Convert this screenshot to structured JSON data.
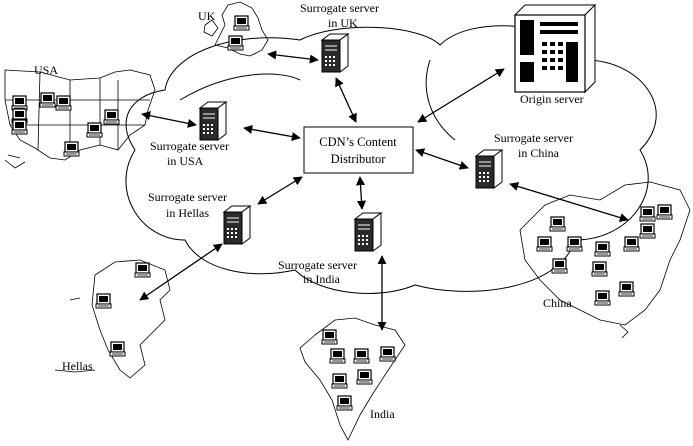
{
  "labels": {
    "uk": "UK",
    "usa": "USA",
    "china": "China",
    "india": "India",
    "hellas": "Hellas",
    "origin_server": "Origin server",
    "content_distributor_line1": "CDN’s Content",
    "content_distributor_line2": "Distributor",
    "surrogate_uk_line1": "Surrogate server",
    "surrogate_uk_line2": "in UK",
    "surrogate_usa_line1": "Surrogate server",
    "surrogate_usa_line2": "in USA",
    "surrogate_china_line1": "Surrogate server",
    "surrogate_china_line2": "in China",
    "surrogate_hellas_line1": "Surrogate server",
    "surrogate_hellas_line2": "in Hellas",
    "surrogate_india_line1": "Surrogate server",
    "surrogate_india_line2": "in India"
  },
  "colors": {
    "ink": "#000000",
    "paper": "#ffffff",
    "server_body": "#2a2a2a"
  },
  "icons": [
    "server-tower-icon",
    "desktop-computer-icon",
    "origin-mainframe-icon"
  ]
}
